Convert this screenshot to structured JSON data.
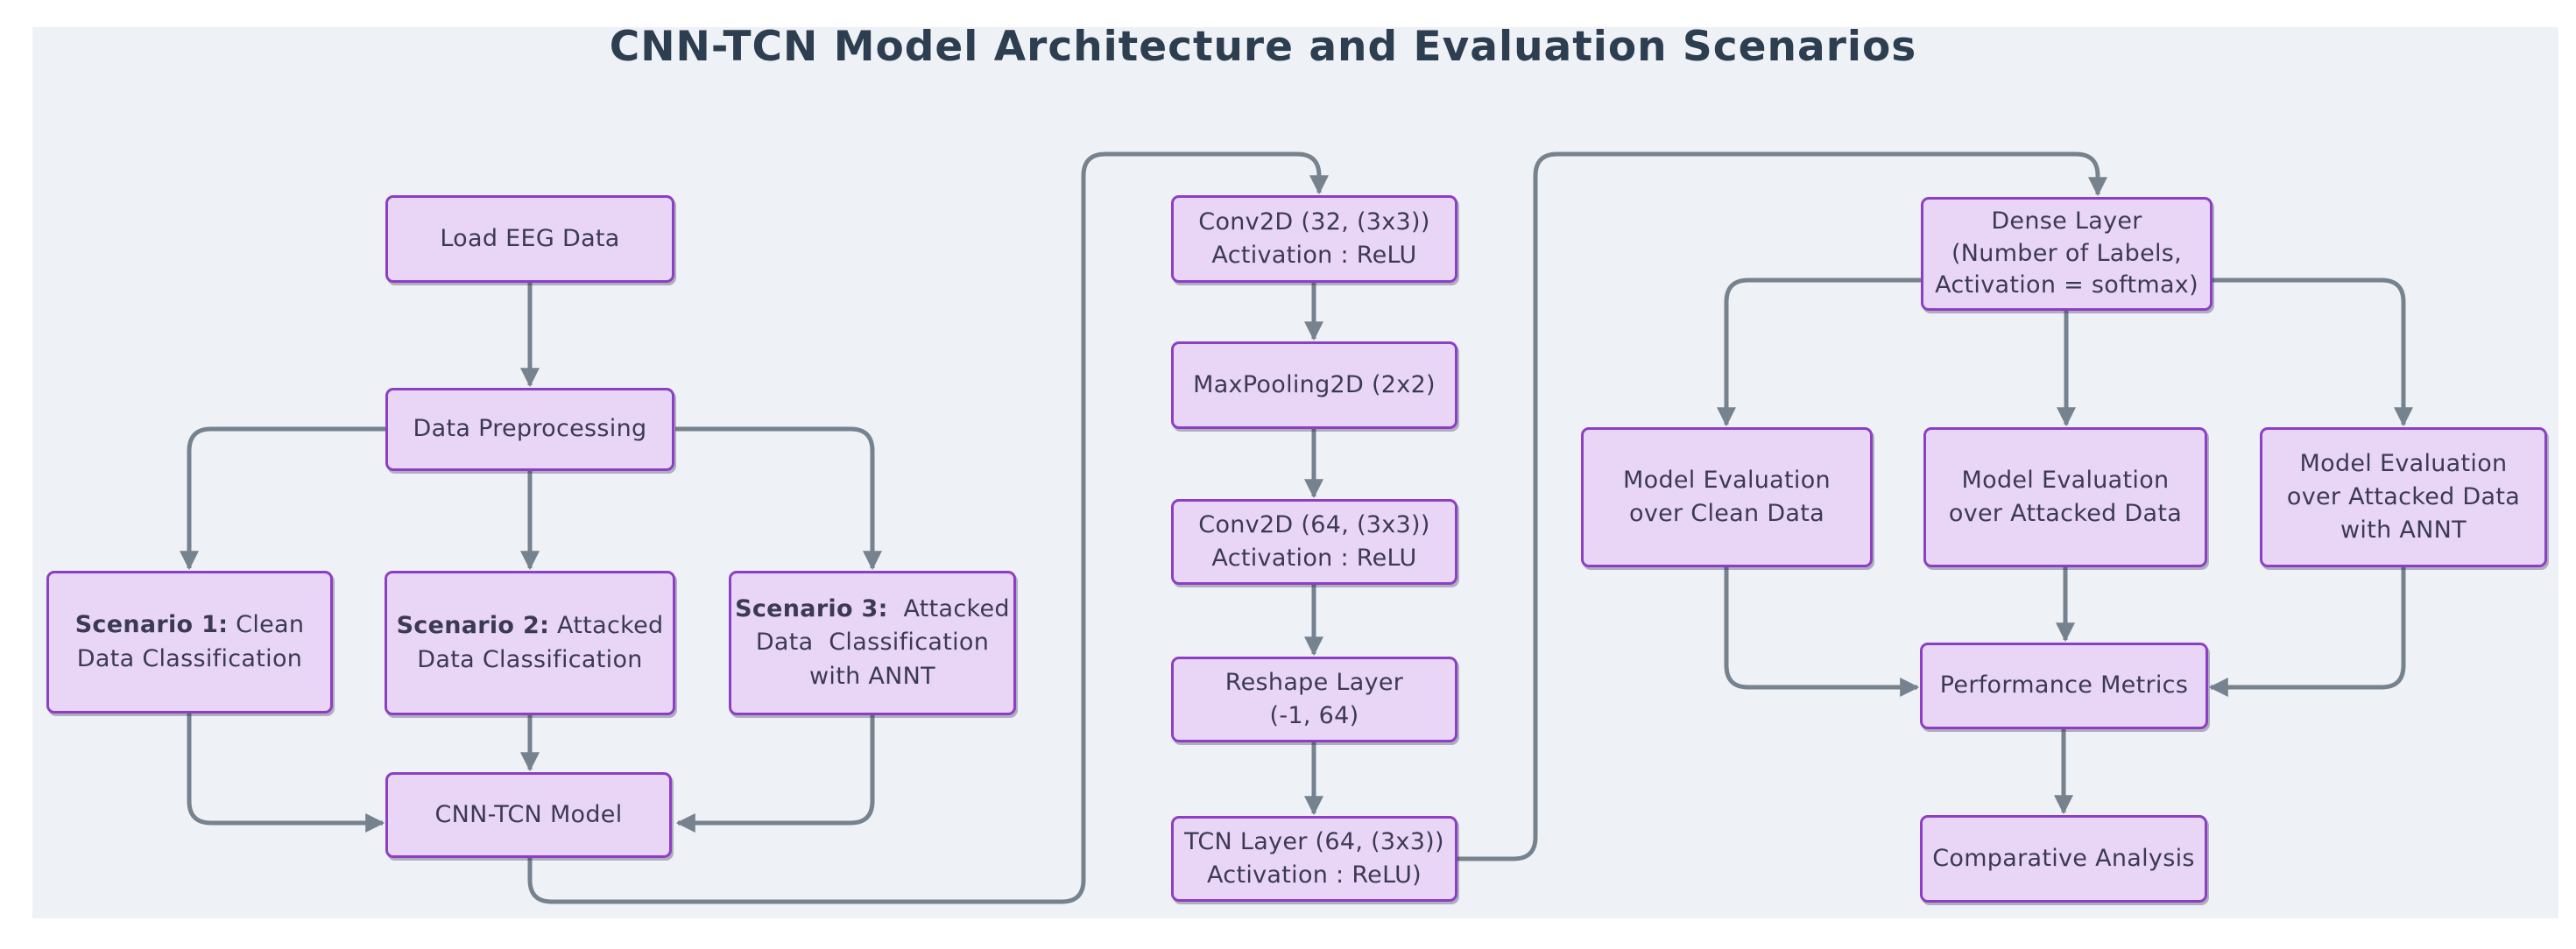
{
  "title": "CNN-TCN Model Architecture and Evaluation Scenarios",
  "colors": {
    "page_bg": "#ffffff",
    "panel_bg": "#eef2f6",
    "node_fill": "#e9d6f7",
    "node_border": "#8d3ec6",
    "connector": "#76828e",
    "node_text": "#3c3a52",
    "title_text": "#2d3e50"
  },
  "nodes": {
    "load_eeg": {
      "label": "Load EEG Data"
    },
    "preprocess": {
      "label": "Data Preprocessing"
    },
    "scenario1": {
      "bold": "Scenario 1:",
      "line1_rest": " Clean",
      "line2": "Data Classification"
    },
    "scenario2": {
      "bold": "Scenario 2:",
      "line1_rest": " Attacked",
      "line2": "Data Classification"
    },
    "scenario3": {
      "bold": "Scenario 3:",
      "line1_rest": "  Attacked",
      "line2": "Data  Classification",
      "line3": "with ANNT"
    },
    "cnn_tcn": {
      "label": "CNN-TCN Model"
    },
    "conv1": {
      "line1": "Conv2D (32, (3x3))",
      "line2": "Activation : ReLU"
    },
    "maxpool": {
      "label": "MaxPooling2D (2x2)"
    },
    "conv2": {
      "line1": "Conv2D (64, (3x3))",
      "line2": "Activation : ReLU"
    },
    "reshape": {
      "line1": "Reshape Layer",
      "line2": "(-1, 64)"
    },
    "tcn": {
      "line1": "TCN Layer (64, (3x3))",
      "line2": "Activation : ReLU)"
    },
    "dense": {
      "line1": "Dense Layer",
      "line2": "(Number of Labels,",
      "line3": "Activation = softmax)"
    },
    "eval_clean": {
      "line1": "Model Evaluation",
      "line2": "over Clean Data"
    },
    "eval_attacked": {
      "line1": "Model Evaluation",
      "line2": "over Attacked Data"
    },
    "eval_annt": {
      "line1": "Model Evaluation",
      "line2": "over Attacked Data",
      "line3": "with ANNT"
    },
    "perf": {
      "label": "Performance Metrics"
    },
    "comparative": {
      "label": "Comparative Analysis"
    }
  }
}
